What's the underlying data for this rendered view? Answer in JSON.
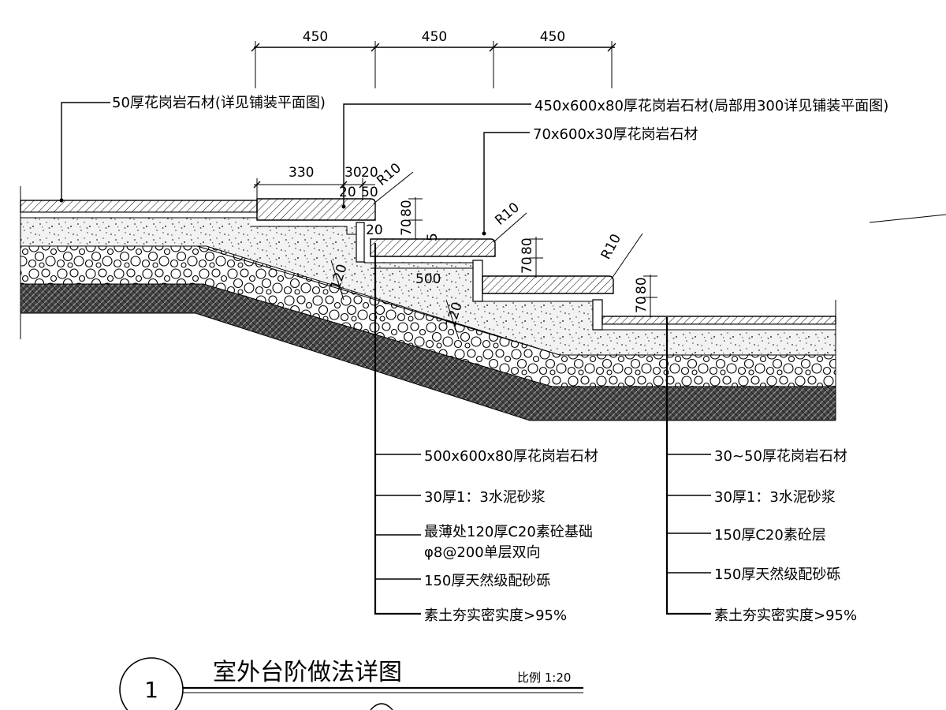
{
  "top_dimensions": [
    "450",
    "450",
    "450"
  ],
  "small_dimensions": {
    "d330": "330",
    "d30": "30",
    "d20a": "20",
    "d20b": "20",
    "d50": "50",
    "r10a": "R10",
    "r10b": "R10",
    "r10c": "R10",
    "d70a": "70",
    "d80a": "80",
    "d70b": "70",
    "d80b": "80",
    "d70c": "70",
    "d80c": "80",
    "d20c": "20",
    "d5": "5",
    "d500": "500",
    "d120a": "120",
    "d120b": "120"
  },
  "top_callouts": {
    "left": "50厚花岗岩石材(详见铺装平面图)",
    "right": "450x600x80厚花岗岩石材(局部用300详见铺装平面图)",
    "middle": "70x600x30厚花岗岩石材"
  },
  "left_layers": [
    "500x600x80厚花岗岩石材",
    "30厚1：3水泥砂浆",
    "最薄处120厚C20素砼基础",
    "φ8@200单层双向",
    "150厚天然级配砂砾",
    "素土夯实密实度>95%"
  ],
  "right_layers": [
    "30~50厚花岗岩石材",
    "30厚1：3水泥砂浆",
    "150厚C20素砼层",
    "150厚天然级配砂砾",
    "素土夯实密实度>95%"
  ],
  "title_block": {
    "number": "1",
    "title": "室外台阶做法详图",
    "scale": "比例 1:20"
  }
}
